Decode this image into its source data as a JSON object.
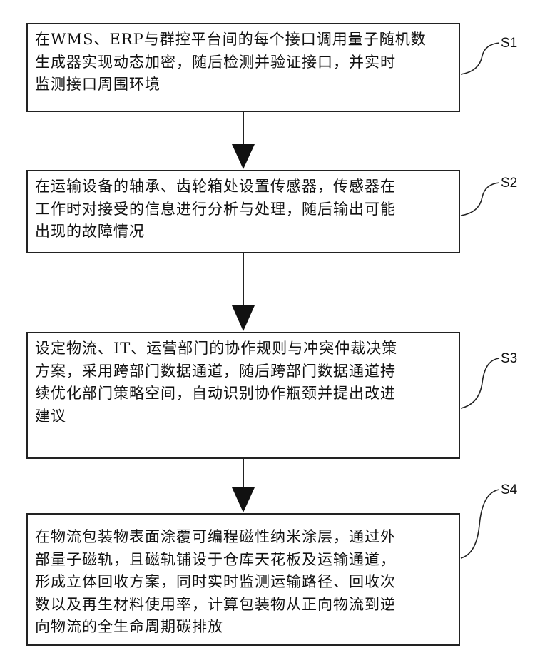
{
  "steps": [
    {
      "id": "S1",
      "label": "S1",
      "text": "在WMS、ERP与群控平台间的每个接口调用量子随机数\n生成器实现动态加密，随后检测并验证接口，并实时\n监测接口周围环境"
    },
    {
      "id": "S2",
      "label": "S2",
      "text": "在运输设备的轴承、齿轮箱处设置传感器，传感器在\n工作时对接受的信息进行分析与处理，随后输出可能\n出现的故障情况"
    },
    {
      "id": "S3",
      "label": "S3",
      "text": "设定物流、IT、运营部门的协作规则与冲突仲裁决策\n方案，采用跨部门数据通道，随后跨部门数据通道持\n续优化部门策略空间，自动识别协作瓶颈并提出改进\n建议"
    },
    {
      "id": "S4",
      "label": "S4",
      "text": "在物流包装物表面涂覆可编程磁性纳米涂层，通过外\n部量子磁轨，且磁轨铺设于仓库天花板及运输通道，\n形成立体回收方案，同时实时监测运输路径、回收次\n数以及再生材料使用率，计算包装物从正向物流到逆\n向物流的全生命周期碳排放"
    }
  ]
}
